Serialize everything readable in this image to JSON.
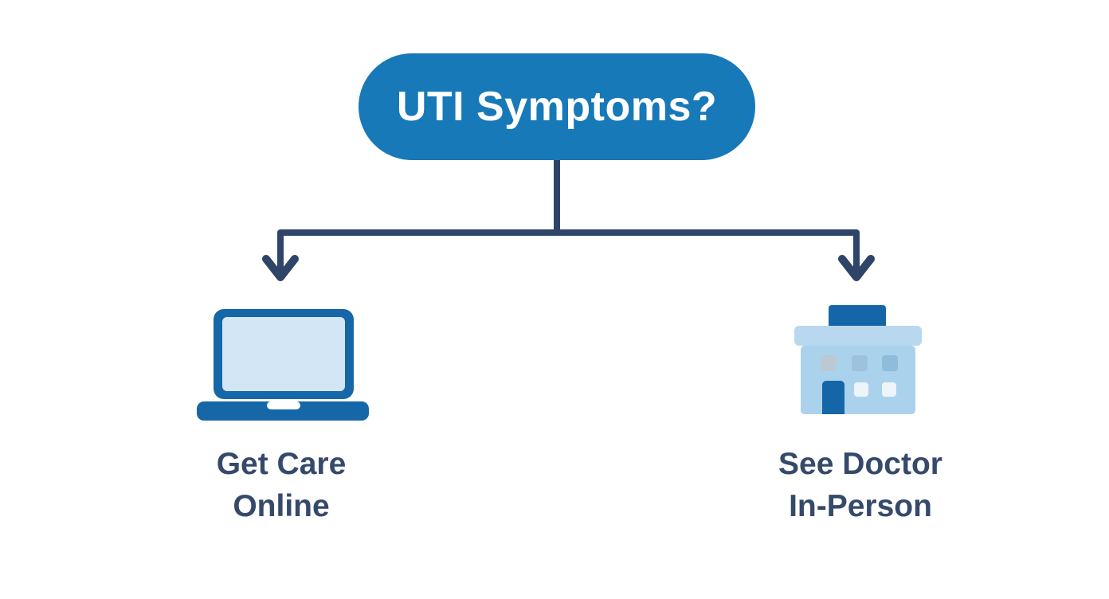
{
  "flowchart": {
    "root": {
      "label": "UTI Symptoms?"
    },
    "branches": [
      {
        "id": "online",
        "icon": "laptop-icon",
        "label": "Get Care\nOnline"
      },
      {
        "id": "in_person",
        "icon": "hospital-icon",
        "label": "See Doctor\nIn-Person"
      }
    ]
  },
  "colors": {
    "pill-bg": "#1779b7",
    "pill-text": "#ffffff",
    "connector": "#2e4468",
    "label-text": "#35496b",
    "icon-blue": "#1566a9",
    "icon-frame": "#1667a8",
    "icon-light": "#d3e6f6",
    "hospital-roof": "#b7d8ee",
    "hospital-body": "#abd2ec",
    "window-gray": "#bcc8d4",
    "window-mid": "#9cc2dd",
    "window-mid2": "#8fbcdb",
    "window-white": "#edf4fa",
    "background": "#ffffff"
  }
}
